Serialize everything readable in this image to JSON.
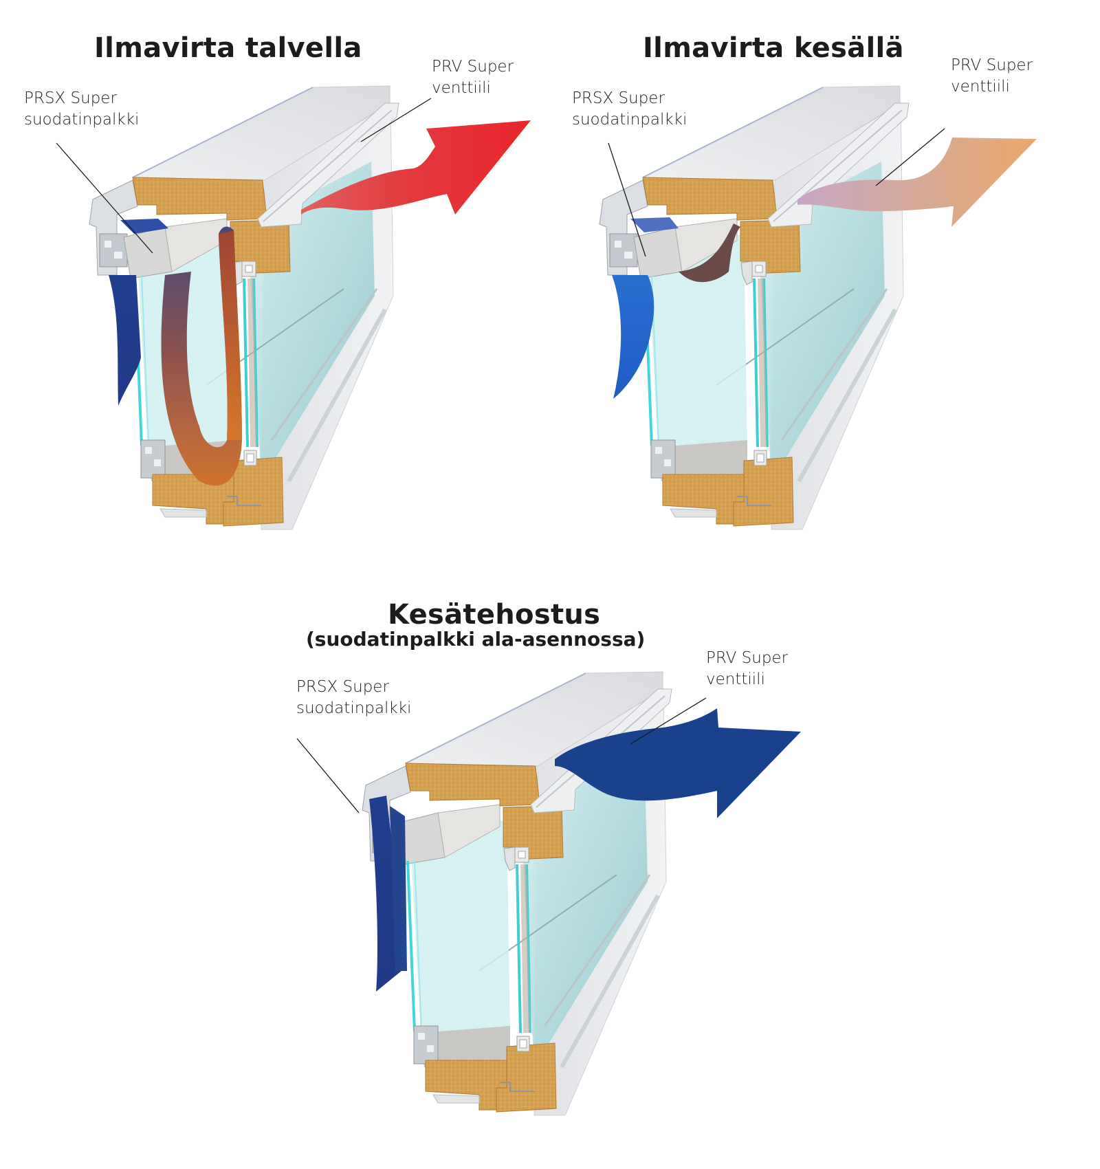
{
  "panels": [
    {
      "id": "winter",
      "title": "Ilmavirta talvella",
      "filter_label": [
        "PRSX Super",
        "suodatinpalkki"
      ],
      "valve_label": [
        "PRV Super",
        "venttiili"
      ],
      "arrow_color": "#e8262b",
      "arrow_gradient_start": "#e05555",
      "airflow": "cold-to-warm loop"
    },
    {
      "id": "summer",
      "title": "Ilmavirta kesällä",
      "filter_label": [
        "PRSX Super",
        "suodatinpalkki"
      ],
      "valve_label": [
        "PRV Super",
        "venttiili"
      ],
      "arrow_color": "#e8a670",
      "arrow_gradient_start": "#c9a8c4",
      "airflow": "short path"
    },
    {
      "id": "summer-boost",
      "title": "Kesätehostus",
      "subtitle": "(suodatinpalkki ala-asennossa)",
      "filter_label": [
        "PRSX Super",
        "suodatinpalkki"
      ],
      "valve_label": [
        "PRV Super",
        "venttiili"
      ],
      "arrow_color": "#1a428c",
      "arrow_gradient_start": "#1a428c",
      "airflow": "direct"
    }
  ],
  "colors": {
    "wood": "#d4a052",
    "wood_dark": "#b8843a",
    "frame_white": "#e9eaec",
    "frame_shade": "#d3d6da",
    "glass": "#bfe6e8",
    "glass_edge": "#3fd2d6",
    "cold_air": "#1a3f8f",
    "warm_air": "#c86a2a"
  }
}
